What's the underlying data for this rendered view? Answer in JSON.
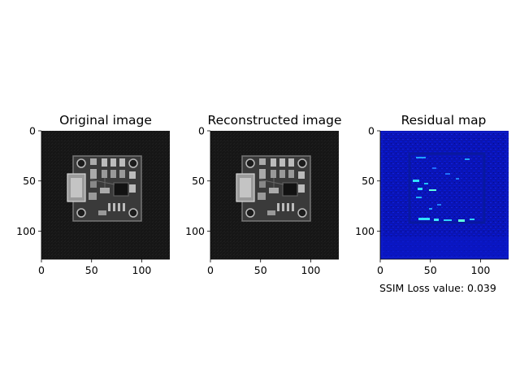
{
  "panels": [
    {
      "title": "Original image",
      "kind": "grayscale"
    },
    {
      "title": "Reconstructed image",
      "kind": "grayscale"
    },
    {
      "title": "Residual map",
      "kind": "residual"
    }
  ],
  "axes": {
    "x_ticks": [
      "0",
      "50",
      "100"
    ],
    "y_ticks": [
      "0",
      "50",
      "100"
    ],
    "x_range": [
      0,
      128
    ],
    "y_range": [
      0,
      128
    ]
  },
  "caption": "SSIM Loss value: 0.039",
  "colors": {
    "board": "#3a3a3a",
    "background": "#161616",
    "residual_bg": "#0a14b4",
    "residual_hot": "#30e0ff"
  }
}
